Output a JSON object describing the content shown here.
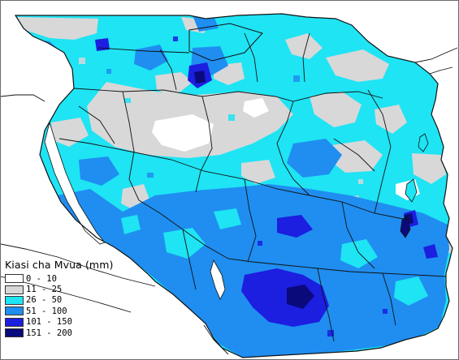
{
  "map": {
    "legend": {
      "title": "Kiasi cha Mvua (mm)",
      "items": [
        {
          "label": "0 - 10",
          "color": "#ffffff"
        },
        {
          "label": "11 - 25",
          "color": "#d8d8d8"
        },
        {
          "label": "26 - 50",
          "color": "#1ee4f4"
        },
        {
          "label": "51 - 100",
          "color": "#1f8ef0"
        },
        {
          "label": "101 - 150",
          "color": "#1c1ee0"
        },
        {
          "label": "151 - 200",
          "color": "#0a0a7a"
        }
      ]
    },
    "colors": {
      "border": "#111111",
      "frame": "#6a6a6a",
      "water": "#ffffff"
    }
  }
}
